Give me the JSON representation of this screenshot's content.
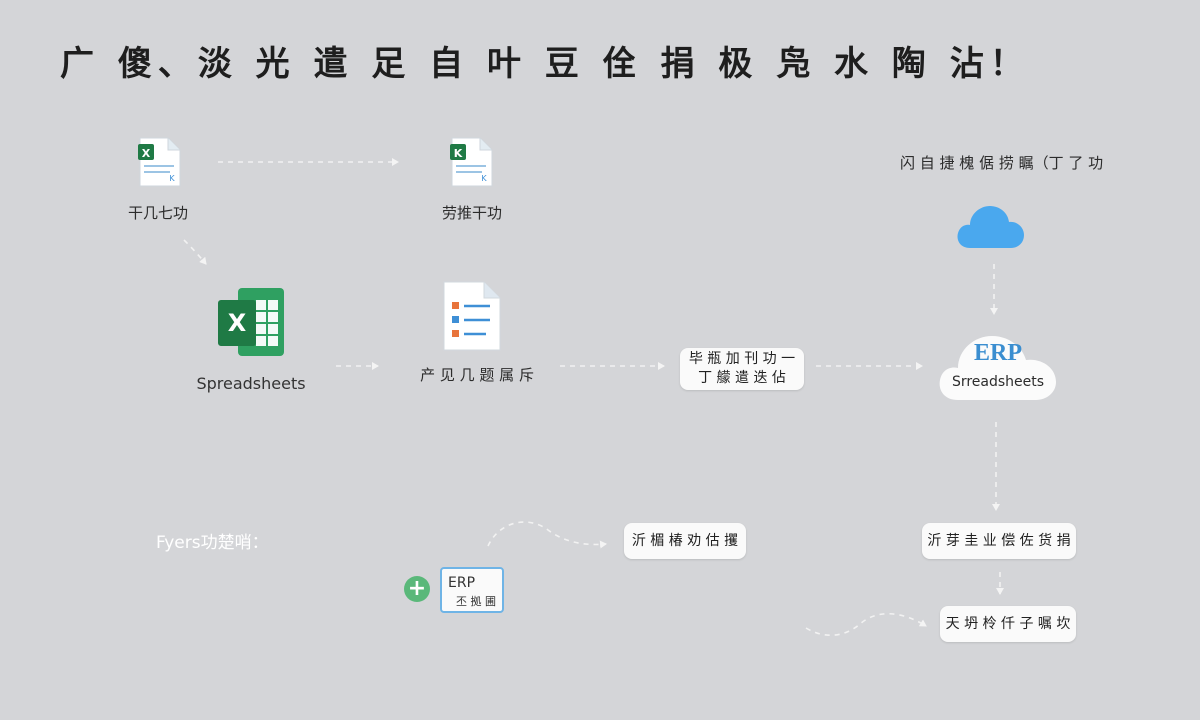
{
  "title": "广 傻、淡 光 遣 足 自 叶 豆 佺 捐 极 凫 水 陶 沾！",
  "nodes": {
    "file_left_label": "干几七功",
    "file_mid_label": "劳推干功",
    "spreadsheets_label": "Spreadsheets",
    "doc_label": "产 见 几 题 属 斥",
    "process_box_line1": "毕 瓶 加 刊 功 一",
    "process_box_line2": "丁 艨 遣 迭 佔",
    "cloud_top_caption": "闪 自 捷 槐 倨 捞 瞩（丁 了 功",
    "erp_cloud_title": "ERP",
    "erp_cloud_subtitle": "Srreadsheets",
    "fyers_label": "Fyers功楚哨：",
    "bottom_mid_box": "沂 楣 椿 劝 估 攫",
    "bottom_right_box1": "沂 芽 圭 业 偿 佐 货 捐",
    "bottom_right_box2": "天 坍 柃 仟 子 嘱 坎",
    "erp_small_title": "ERP",
    "erp_small_subtitle": "丕 拠 圃",
    "add_symbol": "+",
    "excel_letter": "X"
  },
  "colors": {
    "background": "#d4d5d8",
    "excel_green": "#1f7a45",
    "excel_light": "#2fa061",
    "cloud_blue": "#4aa8ee",
    "doc_orange": "#e8743b",
    "doc_blue": "#3e8fd6",
    "add_green": "#5ab87a",
    "erp_blue": "#3b8ed0"
  }
}
